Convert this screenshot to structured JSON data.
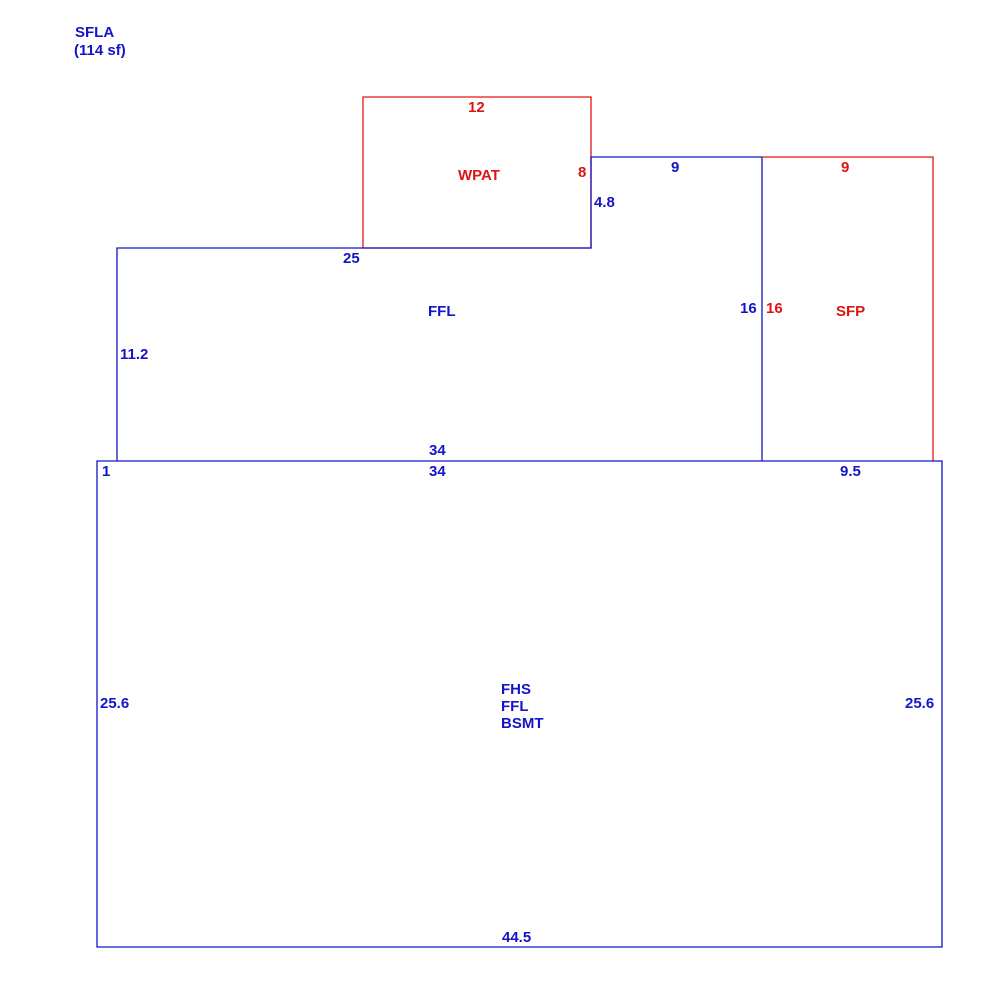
{
  "colors": {
    "living": "#1414c8",
    "non_living": "#dc1414"
  },
  "header": {
    "title": "SFLA",
    "area": "(114 sf)"
  },
  "areas": {
    "wpat": {
      "label": "WPAT",
      "dims": {
        "top": "12",
        "right": "8"
      }
    },
    "ffl_upper": {
      "label": "FFL",
      "dims": {
        "top_notch": "9",
        "notch_side": "4.8",
        "top": "25",
        "left": "11.2",
        "right": "16",
        "bottom": "34"
      }
    },
    "sfp": {
      "label": "SFP",
      "dims": {
        "top": "9",
        "left": "16",
        "bottom": "9.5"
      }
    },
    "main": {
      "labels": [
        "FHS",
        "FFL",
        "BSMT"
      ],
      "dims": {
        "top": "34",
        "top_left": "1",
        "left": "25.6",
        "right": "25.6",
        "bottom": "44.5"
      }
    }
  }
}
